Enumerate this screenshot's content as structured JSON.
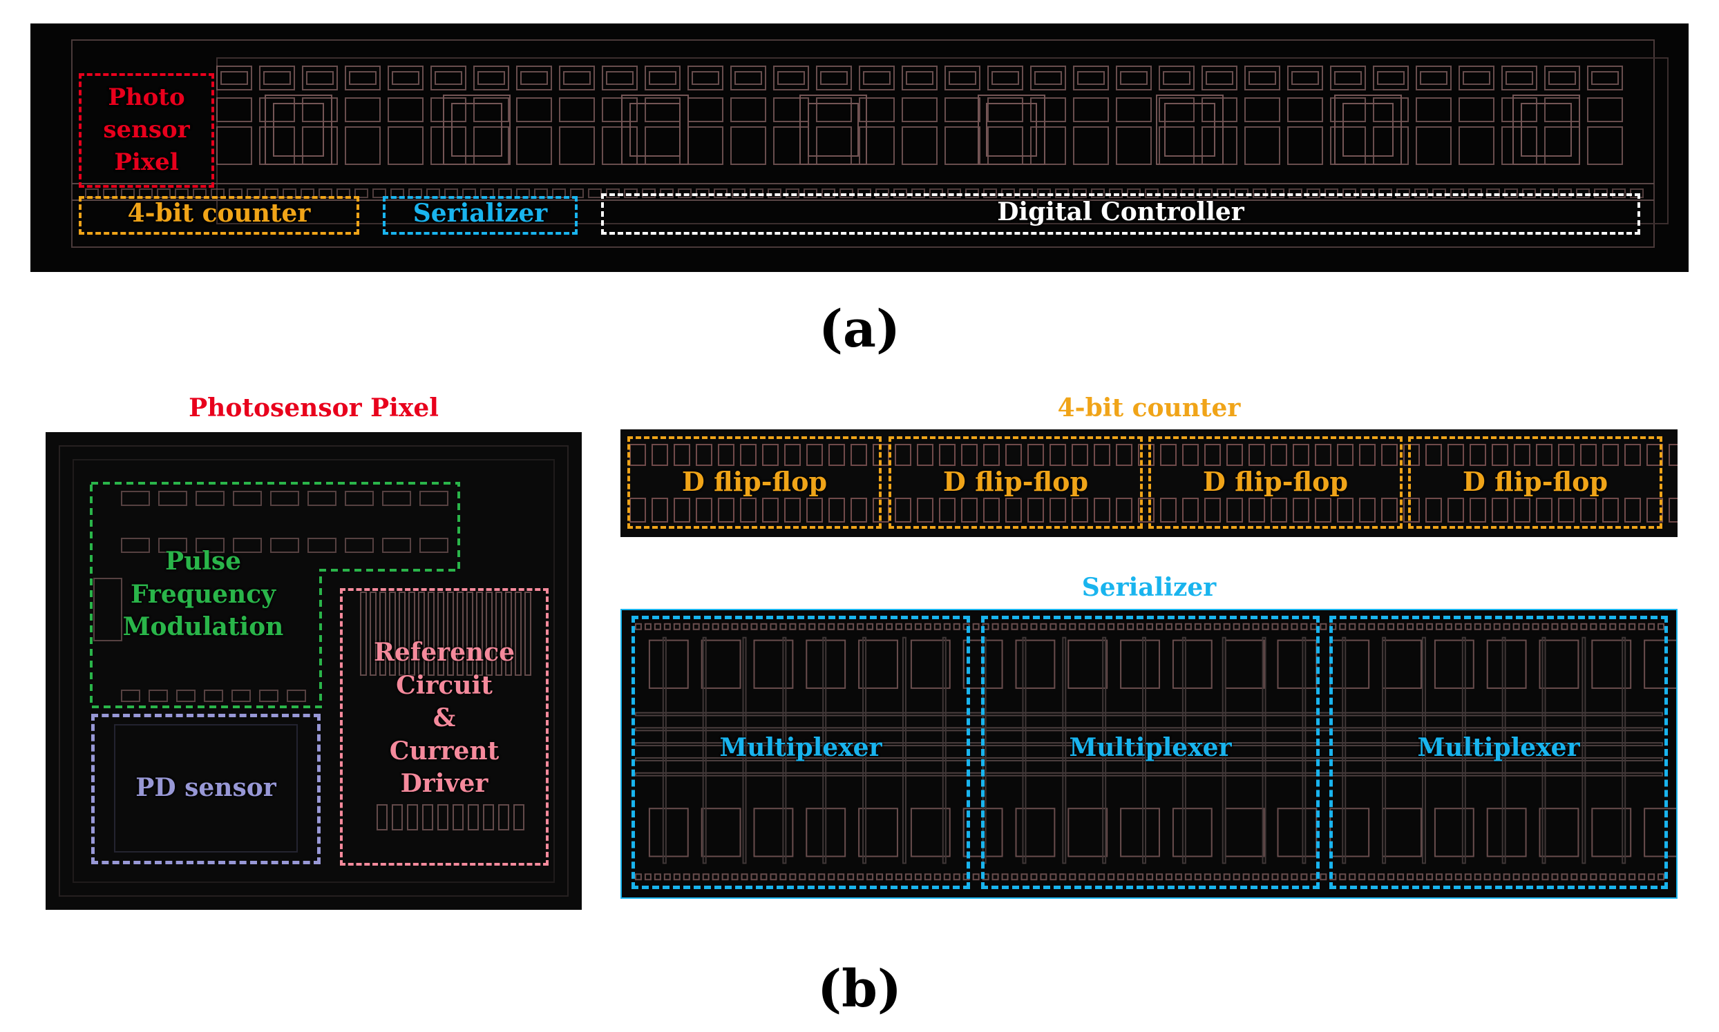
{
  "colors": {
    "red": "#e8001c",
    "orange": "#f0a418",
    "cyan": "#19b4ee",
    "white": "#ffffff",
    "green": "#2ab54a",
    "pink": "#f58a9c",
    "lavender": "#9898d6",
    "layout_bg": "#050505",
    "metal": "#a07878"
  },
  "panel_a": {
    "photosensor_pixel": "Photo\nsensor\nPixel",
    "counter": "4-bit counter",
    "serializer": "Serializer",
    "digital_controller": "Digital Controller",
    "caption": "(a)"
  },
  "panel_b": {
    "pixel_title": "Photosensor Pixel",
    "pfm": "Pulse\nFrequency\nModulation",
    "pd_sensor": "PD sensor",
    "reference": "Reference\nCircuit\n&\nCurrent\nDriver",
    "counter_title": "4-bit counter",
    "flip_flops": [
      "D flip-flop",
      "D flip-flop",
      "D flip-flop",
      "D flip-flop"
    ],
    "serializer_title": "Serializer",
    "multiplexers": [
      "Multiplexer",
      "Multiplexer",
      "Multiplexer"
    ],
    "caption": "(b)"
  }
}
